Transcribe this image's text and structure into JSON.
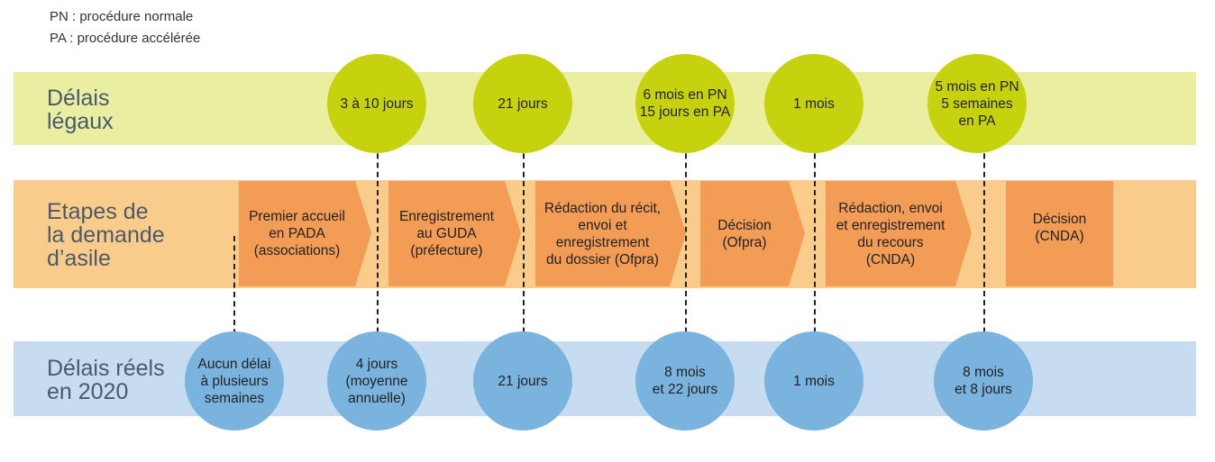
{
  "legend": {
    "pn": "PN : procédure normale",
    "pa": "PA : procédure accélérée"
  },
  "bands": {
    "legal": "Délais\nlégaux",
    "steps": "Etapes de\nla demande\nd’asile",
    "real": "Délais réels\nen 2020"
  },
  "legal_delays": [
    "3 à 10 jours",
    "21 jours",
    "6 mois en PN\n15 jours en PA",
    "1 mois",
    "5 mois en PN\n5 semaines\nen PA"
  ],
  "steps": [
    "Premier accueil\nen PADA\n(associations)",
    "Enregistrement\nau GUDA\n(préfecture)",
    "Rédaction du récit,\nenvoi et\nenregistrement\ndu dossier (Ofpra)",
    "Décision\n(Ofpra)",
    "Rédaction, envoi\net enregistrement\ndu recours\n(CNDA)",
    "Décision\n(CNDA)"
  ],
  "real_delays": [
    "Aucun délai\nà plusieurs\nsemaines",
    "4 jours\n(moyenne\nannuelle)",
    "21 jours",
    "8 mois\net 22 jours",
    "1 mois",
    "8 mois\net 8 jours"
  ],
  "colors": {
    "legal_band": "#eaeea0",
    "steps_band": "#f9cc8b",
    "real_band": "#c7dcf1",
    "green_circle": "#c6d20e",
    "orange_step": "#f39c55",
    "blue_circle": "#7ab3de",
    "label_text": "#4a5a6a"
  }
}
